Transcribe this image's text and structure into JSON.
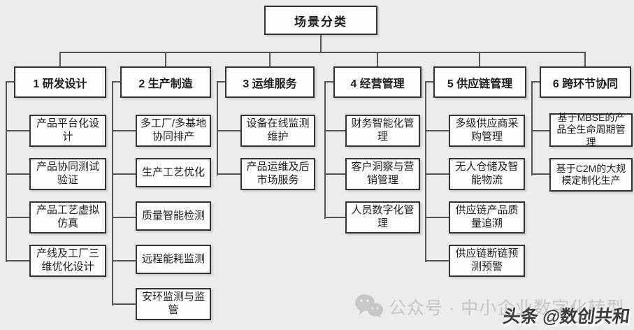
{
  "root": {
    "label": "场景分类"
  },
  "categories": [
    {
      "label": "1 研发设计",
      "items": [
        "产品平台化设计",
        "产品协同测试验证",
        "产品工艺虚拟仿真",
        "产线及工厂三维优化设计"
      ]
    },
    {
      "label": "2 生产制造",
      "items": [
        "多工厂/多基地协同排产",
        "生产工艺优化",
        "质量智能检测",
        "远程能耗监测",
        "安环监测与监管"
      ]
    },
    {
      "label": "3 运维服务",
      "items": [
        "设备在线监测维护",
        "产品运维及后市场服务"
      ]
    },
    {
      "label": "4 经营管理",
      "items": [
        "财务智能化管理",
        "客户洞察与营销管理",
        "人员数字化管理"
      ]
    },
    {
      "label": "5 供应链管理",
      "items": [
        "多级供应商采购管理",
        "无人仓储及智能物流",
        "供应链产品质量追溯",
        "供应链断链预测预警"
      ]
    },
    {
      "label": "6 跨环节协同",
      "items": [
        "基于MBSE的产品全生命周期管理",
        "基于C2M的大规模定制化生产"
      ]
    }
  ],
  "watermarks": {
    "wechat_icon": "wechat-icon",
    "official_account": "公众号 · 中小企业数字化转型",
    "toutiao": "头条 @数创共和"
  },
  "colors": {
    "background": "#ececec",
    "box_fill": "#fcfcfc",
    "box_border": "#333333",
    "line": "#555555",
    "watermark_gray": "#c6c6c6",
    "watermark_dark": "#3b3b3b"
  }
}
